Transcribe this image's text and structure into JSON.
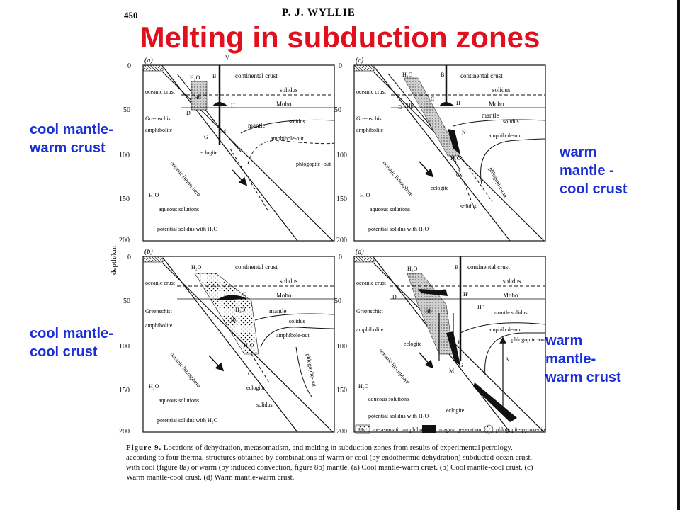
{
  "page_header": {
    "page_number": "450",
    "author": "P. J. WYLLIE"
  },
  "title": "Melting in subduction zones",
  "side_labels": {
    "a": [
      "cool mantle-",
      "warm crust"
    ],
    "b": [
      "cool mantle-",
      "cool crust"
    ],
    "c": [
      "warm",
      "mantle -",
      "cool crust"
    ],
    "d": [
      "warm",
      "mantle-",
      "warm crust"
    ]
  },
  "colors": {
    "title": "#e0101e",
    "side_label": "#1a2fd6"
  },
  "figure": {
    "y_axis_label": "depth/km",
    "ticks": [
      "0",
      "50",
      "100",
      "150",
      "200"
    ],
    "panels": {
      "a": {
        "letter": "(a)",
        "labels": [
          "continental crust",
          "solidus",
          "Moho",
          "H₂O",
          "oceanic crust",
          "Hb",
          "Greenschist",
          "amphibolite",
          "mantle",
          "solidus",
          "amphibole-out",
          "eclogite",
          "phlogopite -out",
          "oceanic lithosphere",
          "H₂O",
          "aqueous solutions",
          "potential solidus with H₂O",
          "B",
          "H",
          "D",
          "E",
          "M",
          "G",
          "V"
        ]
      },
      "b": {
        "letter": "(b)",
        "labels": [
          "continental crust",
          "solidus",
          "Moho",
          "H₂O",
          "oceanic crust",
          "Hb.",
          "Greenschist",
          "amphibolite",
          "mantle",
          "solidus",
          "amphibole-out",
          "eclogite",
          "solidus",
          "phlogopite-out",
          "oceanic lithosphere",
          "H₂O",
          "aqueous solutions",
          "potential solidus with H₂O",
          "C",
          "H₂O",
          "H₂O",
          "G"
        ]
      },
      "c": {
        "letter": "(c)",
        "labels": [
          "continental crust",
          "solidus",
          "Moho",
          "H₂O",
          "oceanic crust",
          "Hb",
          "Greenschist",
          "amphibolite",
          "mantle",
          "solidus",
          "amphibole-out",
          "eclogite",
          "solidus",
          "phlogopite-out",
          "oceanic lithosphere",
          "H₂O",
          "aqueous solutions",
          "potential solidus with H₂O",
          "B",
          "C",
          "H",
          "D",
          "N",
          "H₂O",
          "G"
        ]
      },
      "d": {
        "letter": "(d)",
        "labels": [
          "continental crust",
          "solidus",
          "Moho",
          "H₂O",
          "oceanic crust",
          "Hb",
          "Greenschist",
          "amphibolite",
          "mantle solidus",
          "amphibole-out",
          "phlogopite -out",
          "eclogite",
          "eclogite",
          "oceanic lithosphere",
          "H₂O",
          "aqueous solutions",
          "potential solidus with H₂O",
          "B",
          "C",
          "H'",
          "H\"",
          "D",
          "M",
          "G",
          "A",
          "R",
          "H"
        ]
      }
    },
    "legend": {
      "metasomatic": "metasomatic amphibole",
      "magma": "magma generation",
      "phlogopite": "phlogopite-pyroxenite",
      "hb": "Hb"
    }
  },
  "caption": {
    "label": "Figure 9.",
    "text": "Locations of dehydration, metasomatism, and melting in subduction zones from results of experimental petrology, according to four thermal structures obtained by combinations of warm or cool (by endothermic dehydration) subducted ocean crust, with cool (figure 8a) or warm (by induced convection, figure 8b) mantle. (a) Cool mantle-warm crust. (b) Cool mantle-cool crust. (c) Warm mantle-cool crust. (d) Warm mantle-warm crust."
  }
}
